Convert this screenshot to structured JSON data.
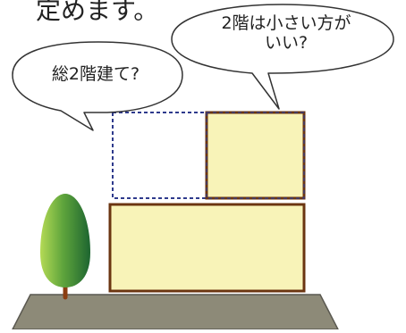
{
  "heading": "定めます。",
  "bubble_left": {
    "text": "総2階建て?"
  },
  "bubble_right": {
    "line1": "2階は小さい方が",
    "line2": "いい?"
  },
  "colors": {
    "wall_fill": "#f8f3b8",
    "wall_stroke": "#6b3511",
    "dashed_outline": "#2e3a8c",
    "ground": "#8d8a78",
    "tree_light": "#a8d34e",
    "tree_dark": "#1e6a33",
    "trunk": "#8b3e12",
    "bubble_stroke": "#333333"
  }
}
